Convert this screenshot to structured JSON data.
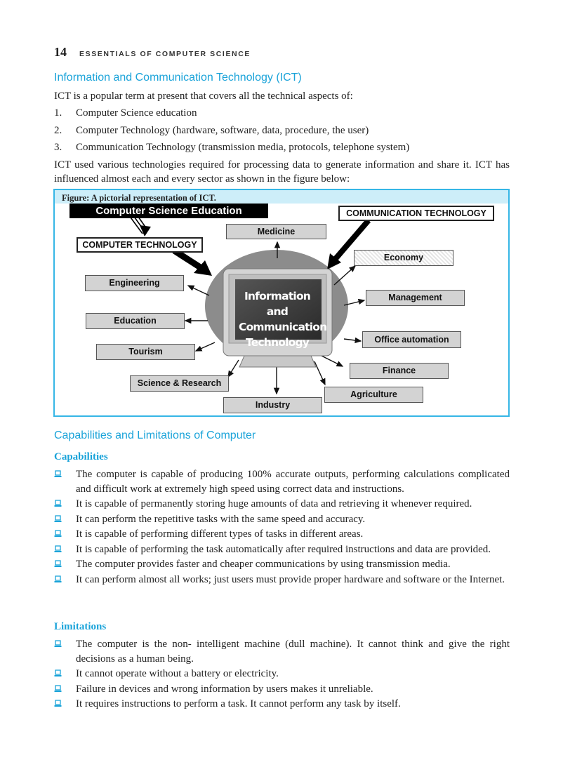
{
  "header": {
    "page_number": "14",
    "book_title": "Essentials of Computer Science"
  },
  "ict": {
    "heading": "Information and Communication Technology (ICT)",
    "intro": "ICT is a popular term at present that covers all the technical aspects of:",
    "items": [
      {
        "num": "1.",
        "text": "Computer Science education"
      },
      {
        "num": "2.",
        "text": "Computer Technology (hardware, software, data, procedure, the user)"
      },
      {
        "num": "3.",
        "text": "Communication Technology (transmission media, protocols, telephone system)"
      }
    ],
    "para": "ICT used various technologies required for processing data to generate information and share it. ICT has influenced almost each and every sector as shown in the figure below:"
  },
  "figure": {
    "caption": "Figure: A pictorial representation of ICT.",
    "center_text": "Information and Communication Technology",
    "labels": {
      "cse": "Computer Science Education",
      "comm": "COMMUNICATION TECHNOLOGY",
      "comp": "COMPUTER TECHNOLOGY",
      "medicine": "Medicine",
      "economy": "Economy",
      "engineering": "Engineering",
      "management": "Management",
      "education": "Education",
      "office": "Office automation",
      "tourism": "Tourism",
      "finance": "Finance",
      "science": "Science & Research",
      "agriculture": "Agriculture",
      "industry": "Industry"
    }
  },
  "capabilities_section": {
    "heading": "Capabilities and Limitations of Computer",
    "capabilities_heading": "Capabilities",
    "capabilities": [
      "The computer is capable of producing 100% accurate outputs, performing calculations complicated and difficult work at extremely high speed using correct data and instructions.",
      " It is capable of permanently storing huge amounts of data and retrieving it whenever required.",
      "It can perform the repetitive tasks with the same speed and accuracy.",
      "It is capable of performing different types of tasks in different areas.",
      "It is capable of performing the task automatically after required instructions and data are provided.",
      "The computer provides faster and cheaper communications by using transmission media.",
      "It can perform almost all works; just users must provide proper hardware and software or the Internet."
    ],
    "limitations_heading": "Limitations",
    "limitations": [
      "The computer is the non- intelligent machine (dull machine). It cannot think and give the right decisions as a human being.",
      "It cannot operate without a battery or electricity.",
      "Failure in devices and wrong information by users makes it unreliable.",
      "It requires instructions to perform a task. It cannot perform any task by itself."
    ]
  },
  "colors": {
    "heading": "#1aa3d9",
    "figure_border": "#35b6e6",
    "caption_bg": "#cdeef9"
  }
}
